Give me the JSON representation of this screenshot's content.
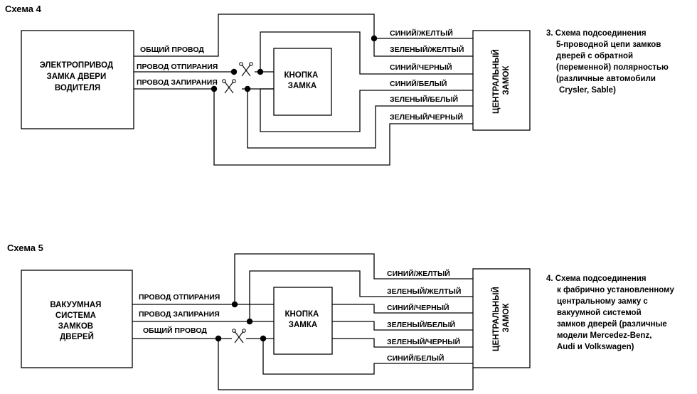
{
  "scheme4": {
    "title": "Схема 4",
    "left_box": [
      "ЭЛЕКТРОПРИВОД",
      "ЗАМКА ДВЕРИ",
      "ВОДИТЕЛЯ"
    ],
    "wire_labels": [
      "ОБЩИЙ ПРОВОД",
      "ПРОВОД ОТПИРАНИЯ",
      "ПРОВОД ЗАПИРАНИЯ"
    ],
    "button_box": [
      "КНОПКА",
      "ЗАМКА"
    ],
    "right_wires": [
      "СИНИЙ/ЖЕЛТЫЙ",
      "ЗЕЛЕНЫЙ/ЖЕЛТЫЙ",
      "СИНИЙ/ЧЕРНЫЙ",
      "СИНИЙ/БЕЛЫЙ",
      "ЗЕЛЕНЫЙ/БЕЛЫЙ",
      "ЗЕЛЕНЫЙ/ЧЕРНЫЙ"
    ],
    "central_lock": [
      "ЦЕНТРАЛЬНЫЙ",
      "ЗАМОК"
    ],
    "note": [
      "3. Схема подсоединения",
      "5-проводной цепи замков",
      "дверей с обратной",
      "(переменной) полярностью",
      "(различные автомобили",
      "Crysler, Sable)"
    ]
  },
  "scheme5": {
    "title": "Схема 5",
    "left_box": [
      "ВАКУУМНАЯ",
      "СИСТЕМА",
      "ЗАМКОВ",
      "ДВЕРЕЙ"
    ],
    "wire_labels": [
      "ПРОВОД ОТПИРАНИЯ",
      "ПРОВОД ЗАПИРАНИЯ",
      "ОБЩИЙ ПРОВОД"
    ],
    "button_box": [
      "КНОПКА",
      "ЗАМКА"
    ],
    "right_wires": [
      "СИНИЙ/ЖЕЛТЫЙ",
      "ЗЕЛЕНЫЙ/ЖЕЛТЫЙ",
      "СИНИЙ/ЧЕРНЫЙ",
      "ЗЕЛЕНЫЙ/БЕЛЫЙ",
      "ЗЕЛЕНЫЙ/ЧЕРНЫЙ",
      "СИНИЙ/БЕЛЫЙ"
    ],
    "central_lock": [
      "ЦЕНТРАЛЬНЫЙ",
      "ЗАМОК"
    ],
    "note": [
      "4. Схема подсоединения",
      "к фабрично установленному",
      "центральному замку с",
      "вакуумной системой",
      "замков дверей (различные",
      "модели Mercedez-Benz,",
      "Audi и Volkswagen)"
    ]
  },
  "icons": {
    "cut": "scissors-icon",
    "junction": "junction-dot"
  }
}
